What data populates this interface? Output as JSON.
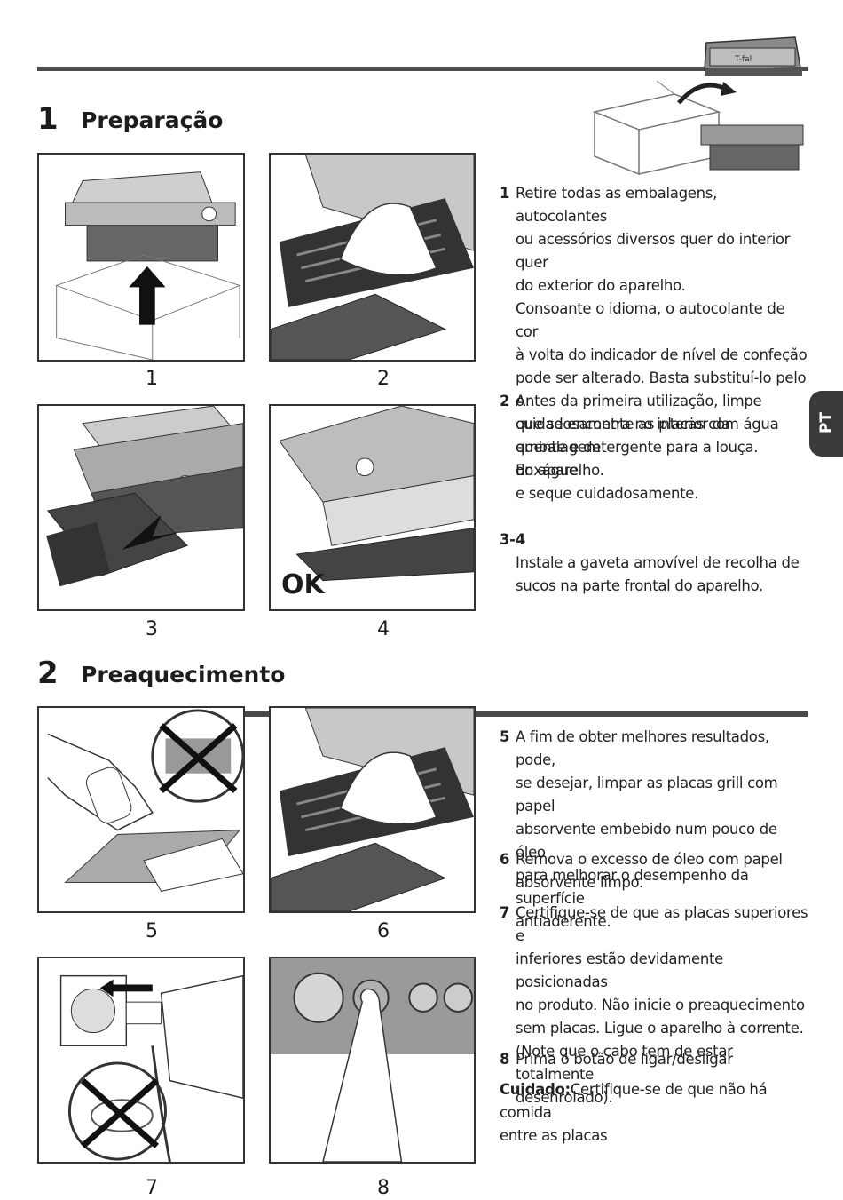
{
  "brand_logo": "T-fal",
  "language_tab": "PT",
  "sections": [
    {
      "number": "1",
      "title": "Preparação"
    },
    {
      "number": "2",
      "title": "Preaquecimento"
    }
  ],
  "figures": {
    "f1": "1",
    "f2": "2",
    "f3": "3",
    "f4": "4",
    "f5": "5",
    "f6": "6",
    "f7": "7",
    "f8": "8",
    "ok_label": "OK"
  },
  "steps": {
    "s1": {
      "num": "1",
      "text": "Retire todas as embalagens, autocolantes\nou acessórios diversos quer do interior quer\ndo exterior do aparelho.\nConsoante o idioma, o autocolante de cor\nà volta do indicador de nível de confeção\npode ser alterado. Basta substituí-lo pelo o\nque se encontra no interior da embalagem\ndo aparelho."
    },
    "s2": {
      "num": "2",
      "text": "Antes da primeira utilização, limpe\ncuidadosamente as placas com água\nquente e detergente para a louça. Enxágue\ne seque cuidadosamente."
    },
    "s34": {
      "num": "3-4",
      "text": "Instale a gaveta amovível de recolha de\nsucos na parte frontal do aparelho."
    },
    "s5": {
      "num": "5",
      "text": "A fim de obter melhores resultados, pode,\nse desejar, limpar as placas grill com papel\nabsorvente embebido num pouco de óleo\npara melhorar o desempenho da superfície\nantiaderente."
    },
    "s6": {
      "num": "6",
      "text": "Remova o excesso de óleo com papel\nabsorvente limpo."
    },
    "s7": {
      "num": "7",
      "text": "Certifique-se de que as placas superiores e\ninferiores estão devidamente posicionadas\nno produto. Não inicie o preaquecimento\nsem placas. Ligue o aparelho à corrente.\n(Note que o cabo tem de estar totalmente\ndesenrolado)."
    },
    "s8": {
      "num": "8",
      "text": "Prima o botão de ligar/desligar"
    },
    "caution": {
      "label": "Cuidado:",
      "text": "Certifique-se de que não há comida\nentre as placas"
    }
  }
}
